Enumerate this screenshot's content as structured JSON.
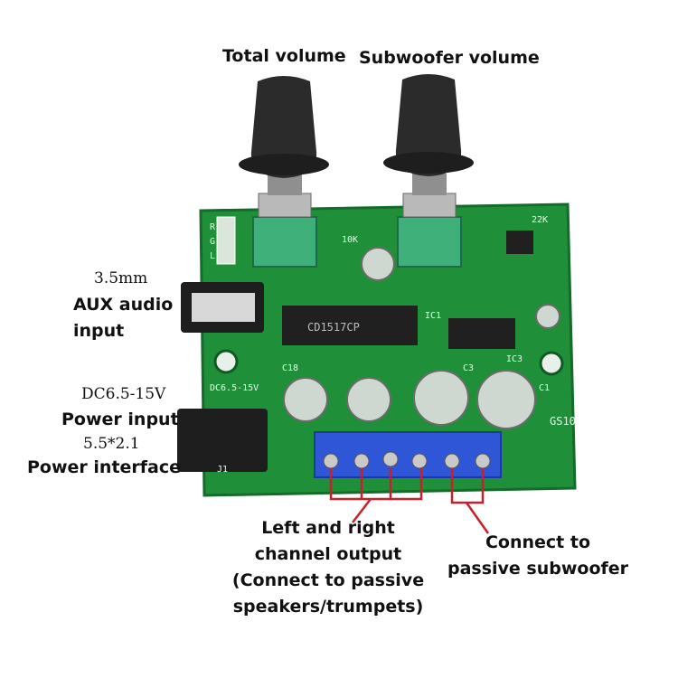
{
  "labels": {
    "total_volume": "Total volume",
    "subwoofer_volume": "Subwoofer volume",
    "aux_size": "3.5mm",
    "aux_line1": "AUX audio",
    "aux_line2": "input",
    "dc_range": "DC6.5-15V",
    "power_input": "Power input",
    "jack_size": "5.5*2.1",
    "power_interface": "Power interface",
    "lr_output": [
      "Left and right",
      "channel output",
      "(Connect to passive",
      "speakers/trumpets)"
    ],
    "sub_output": [
      "Connect to",
      "passive subwoofer"
    ]
  },
  "silkscreen": {
    "chip_main": "CD1517CP",
    "chip_right": "IC3",
    "board_id": "GS10",
    "dc_marking": "DC6.5-15V",
    "conn_marks": [
      "R",
      "G",
      "L"
    ],
    "j1": "J1",
    "c18": "C18",
    "c1": "C1",
    "c3": "C3",
    "ic1": "IC1",
    "r10k": "10K",
    "r22k": "22K"
  },
  "colors": {
    "pcb": "#1f8f3a",
    "pcb_dark": "#146b2a",
    "knob": "#2b2b2b",
    "terminal": "#2f56d6",
    "callout": "#c8202a"
  }
}
